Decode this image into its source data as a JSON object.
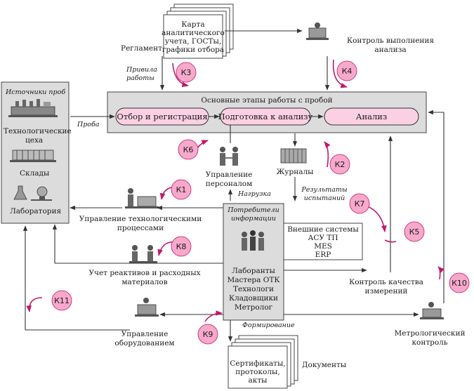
{
  "colors": {
    "accent": "#e8157a",
    "badge_fill": "#f7a9cc",
    "stage_fill": "#fbd0e3",
    "panel_fill": "#dcdcdc"
  },
  "sources": {
    "title": "Источники проб",
    "items": [
      "Технологические цеха",
      "Склады",
      "Лаборатория"
    ]
  },
  "regulation": "Регламент",
  "rules": [
    "Привила",
    "работы"
  ],
  "sample_label": "Проба",
  "doc_top": [
    "Карта",
    "аналитического",
    "учета, ГОСТы,",
    "графики отбора"
  ],
  "control_exec": [
    "Контроль выполнения",
    "анализа"
  ],
  "stages": {
    "title": "Основные этапы работы с пробой",
    "items": [
      "Отбор и регистрация",
      "Подготовка к анализу",
      "Анализ"
    ]
  },
  "personnel": [
    "Управление",
    "персоналом"
  ],
  "journals": "Журналы",
  "load_label": "Нагрузка",
  "results": [
    "Результаты",
    "испытаний"
  ],
  "tech_mgmt": [
    "Управление технологическими",
    "процессами"
  ],
  "consumers": {
    "title": [
      "Потребители",
      "информации"
    ],
    "roles": [
      "Лаборанты",
      "Мастера ОТК",
      "Технологи",
      "Кладовщики",
      "Метролог"
    ]
  },
  "external": [
    "Внешние системы",
    "АСУ ТП",
    "MES",
    "ERP"
  ],
  "reagents": [
    "Учет реактивов и расходных",
    "материалов"
  ],
  "quality": [
    "Контроль качества",
    "измерений"
  ],
  "equipment": [
    "Управление",
    "оборудованием"
  ],
  "forming_label": "Формирование",
  "documents": "Документы",
  "docs_bottom": [
    "Сертификаты,",
    "протоколы,",
    "акты"
  ],
  "metrology": [
    "Метрологический",
    "контроль"
  ],
  "badges": [
    "К1",
    "К2",
    "К3",
    "К4",
    "К5",
    "К6",
    "К7",
    "К8",
    "К9",
    "К10",
    "К11"
  ]
}
